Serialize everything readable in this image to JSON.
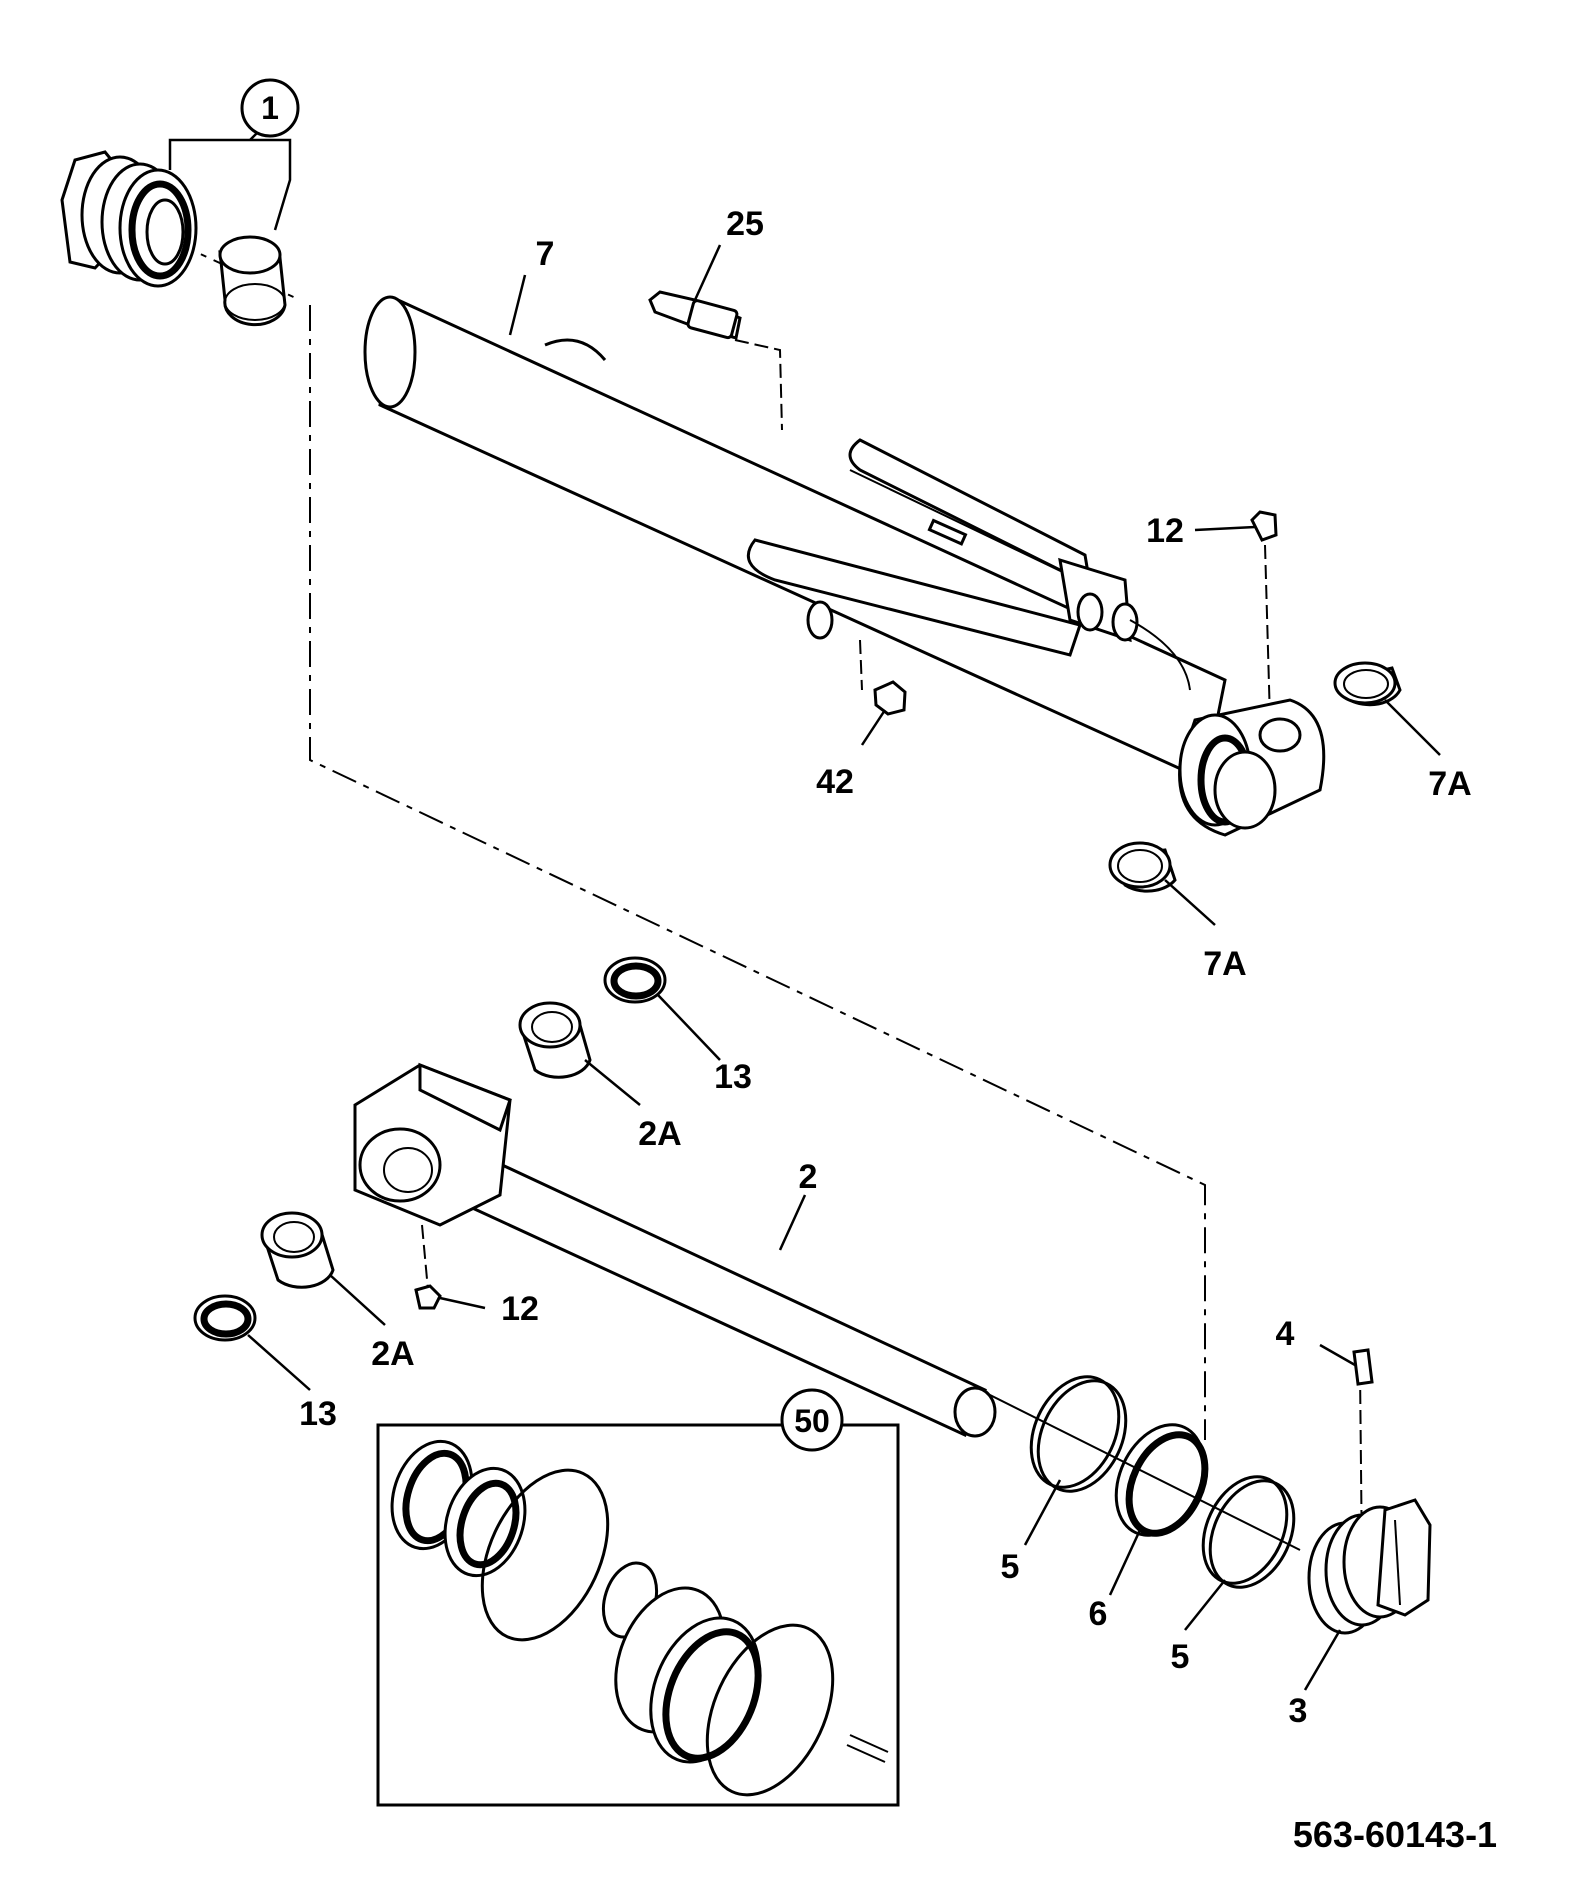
{
  "drawing_number": "563-60143-1",
  "callouts": {
    "c1": "1",
    "c7": "7",
    "c25": "25",
    "c12_top": "12",
    "c42": "42",
    "c7a_right": "7A",
    "c7a_bottom": "7A",
    "c13_top": "13",
    "c2a_top": "2A",
    "c2": "2",
    "c12_bottom": "12",
    "c2a_bottom": "2A",
    "c13_bottom": "13",
    "c4": "4",
    "c50": "50",
    "c5_left": "5",
    "c6": "6",
    "c5_right": "5",
    "c3": "3"
  }
}
